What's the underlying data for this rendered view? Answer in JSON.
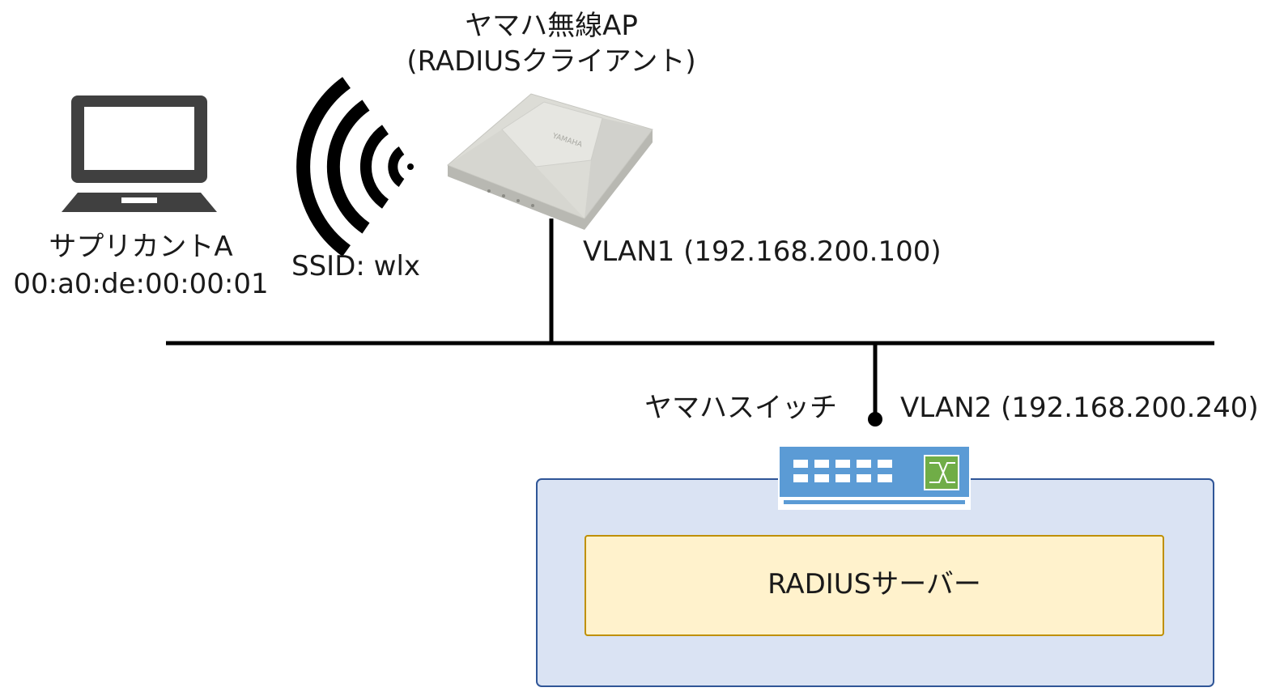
{
  "access_point": {
    "title_line1": "ヤマハ無線AP",
    "title_line2": "(RADIUSクライアント)",
    "vlan_label": "VLAN1 (192.168.200.100)",
    "icon": "access-point-icon",
    "brand_mark": "YAMAHA"
  },
  "client": {
    "name": "サプリカントA",
    "mac": "00:a0:de:00:00:01",
    "icon": "laptop-icon"
  },
  "wireless": {
    "ssid_label": "SSID: wlx",
    "icon": "wifi-signal-icon"
  },
  "switch": {
    "name": "ヤマハスイッチ",
    "vlan_label": "VLAN2 (192.168.200.240)",
    "icon": "network-switch-icon"
  },
  "server": {
    "label": "RADIUSサーバー"
  },
  "colors": {
    "line": "#000000",
    "server_group_fill": "#dae3f3",
    "server_group_border": "#2f5597",
    "server_fill": "#fff2cc",
    "server_border": "#bf9000",
    "switch_body": "#5b9bd5",
    "laptop": "#404040"
  }
}
